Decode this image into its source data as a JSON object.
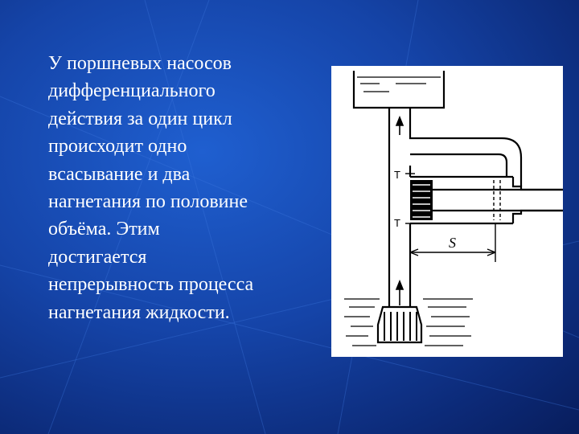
{
  "slide": {
    "paragraph_lines": [
      "У поршневых насосов",
      "дифференциального",
      "действия  за один цикл",
      "происходит  одно",
      "всасывание и два",
      "нагнетания по половине",
      "объёма. Этим",
      "достигается",
      "непрерывность процесса",
      "нагнетания жидкости."
    ],
    "colors": {
      "background": "#1544a8",
      "text": "#ffffff",
      "figure_background": "#ffffff"
    }
  },
  "diagram": {
    "stroke_label": "S",
    "upper_marker": "T",
    "lower_marker": "T"
  }
}
